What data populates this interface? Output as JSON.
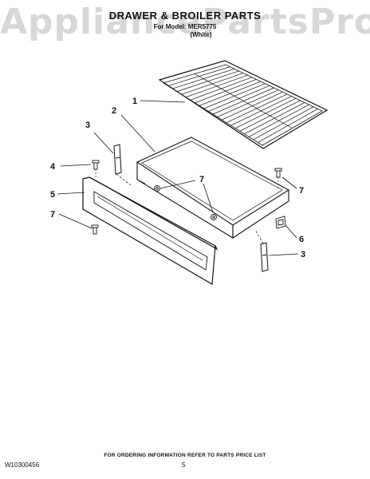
{
  "watermark": "AppliancePartsPros.com",
  "header": {
    "title": "DRAWER & BROILER PARTS",
    "model_line": "For Model: MER5775",
    "color_line": "(White)"
  },
  "callouts": {
    "rack": "1",
    "drawer_body": "2",
    "glide_left": "3",
    "glide_right": "3",
    "screw_left": "4",
    "drawer_front": "5",
    "clip": "6",
    "screw_mid": "7",
    "screw_right": "7",
    "screw_bottom": "7"
  },
  "footer": {
    "note": "FOR ORDERING INFORMATION REFER TO PARTS PRICE LIST",
    "doc_number": "W10300456",
    "page_number": "5"
  },
  "colors": {
    "line": "#111111",
    "watermark": "#969696"
  }
}
